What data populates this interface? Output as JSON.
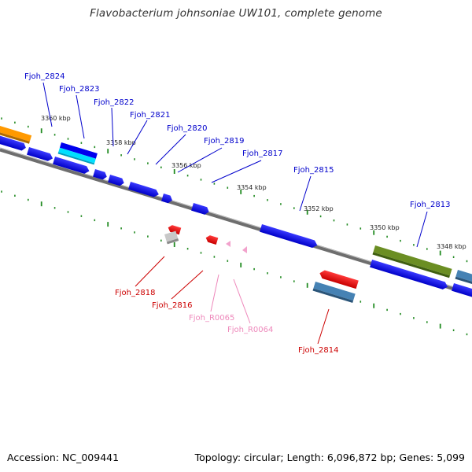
{
  "title": "Flavobacterium johnsoniae UW101, complete genome",
  "footer": {
    "accession": "Accession: NC_009441",
    "summary": "Topology: circular; Length: 6,096,872 bp; Genes: 5,099"
  },
  "colors": {
    "backbone": "#808080",
    "tick": "#228b22",
    "blue_gene": "#0000ee",
    "red_gene": "#ee0000",
    "label_blue": "#0000cc",
    "label_red": "#cc0000",
    "label_pink": "#ee88bb"
  },
  "scale_labels": [
    "3360 kbp",
    "3358 kbp",
    "3356 kbp",
    "3354 kbp",
    "3352 kbp",
    "3350 kbp",
    "3348 kbp"
  ],
  "upper_labels": [
    "Fjoh_2824",
    "Fjoh_2823",
    "Fjoh_2822",
    "Fjoh_2821",
    "Fjoh_2820",
    "Fjoh_2819",
    "Fjoh_2817",
    "Fjoh_2815",
    "Fjoh_2813"
  ],
  "lower_labels": [
    "Fjoh_2818",
    "Fjoh_2816",
    "Fjoh_R0065",
    "Fjoh_R0064",
    "Fjoh_2814"
  ]
}
